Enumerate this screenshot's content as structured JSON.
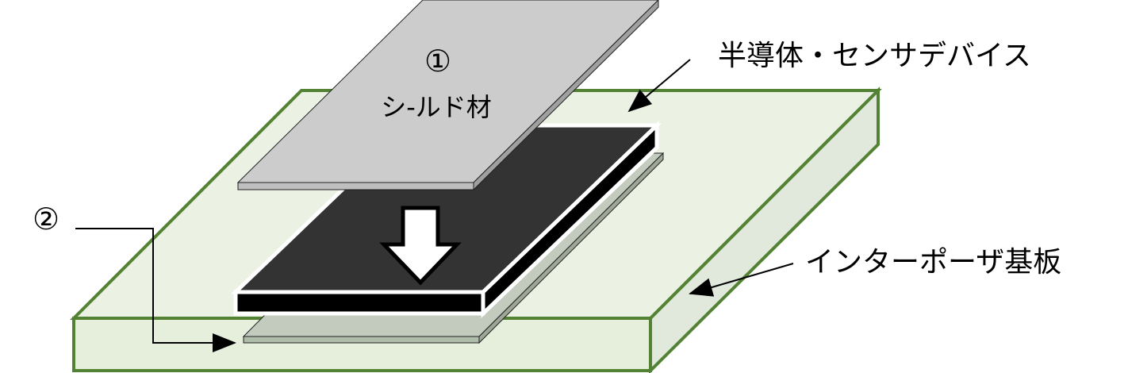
{
  "labels": {
    "shield_number": "①",
    "shield_name": "シ-ルド材",
    "device": "半導体・センサデバイス",
    "sheet_number": "②",
    "interposer": "インターポーザ基板"
  },
  "colors": {
    "board_stroke": "#548235",
    "board_top": "#ebf2e4",
    "board_front": "#e6efdc",
    "board_side": "#e1e9dc",
    "shield_top": "#cccccc",
    "shield_front": "#bfbfbf",
    "shield_side": "#a0a0a0",
    "chip": "#333333",
    "chip_edge": "#000000",
    "sheet_top": "#c3cbbf",
    "sheet_front": "#b0bcaa"
  }
}
